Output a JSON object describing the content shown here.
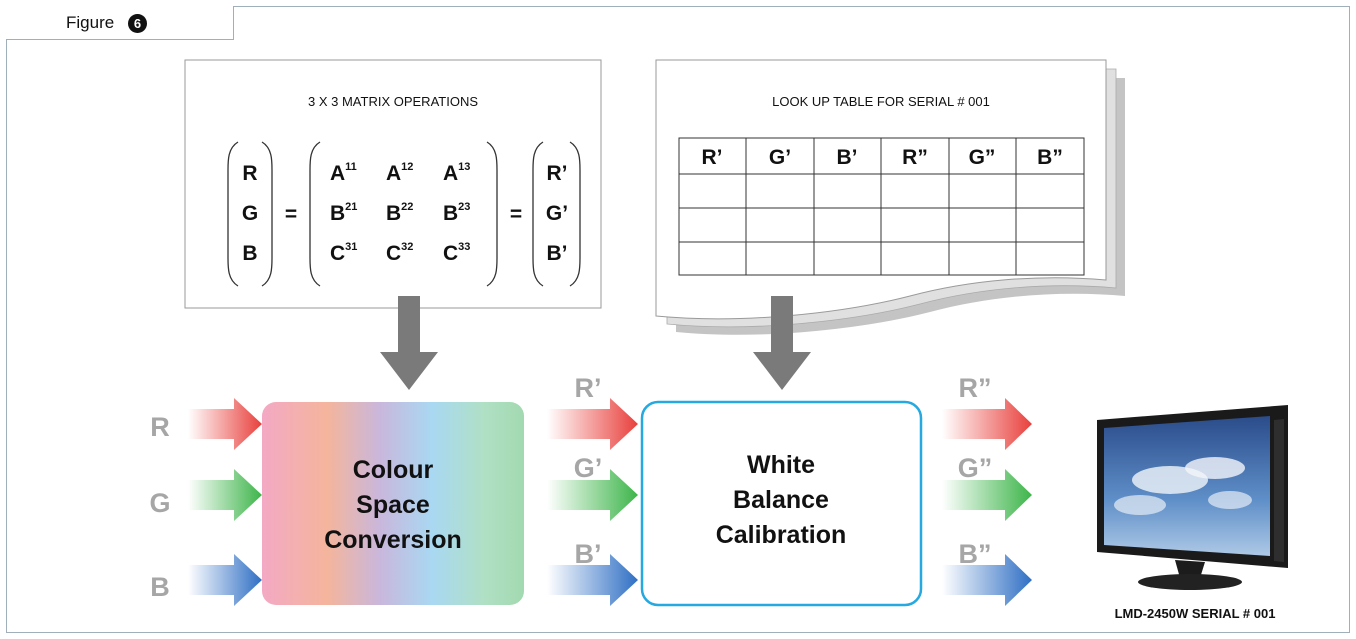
{
  "figure": {
    "label": "Figure",
    "number": "6"
  },
  "matrix_panel": {
    "title": "3 X 3 MATRIX OPERATIONS",
    "input_vector": [
      "R",
      "G",
      "B"
    ],
    "equals": "=",
    "matrix": [
      [
        {
          "base": "A",
          "sup": "11"
        },
        {
          "base": "A",
          "sup": "12"
        },
        {
          "base": "A",
          "sup": "13"
        }
      ],
      [
        {
          "base": "B",
          "sup": "21"
        },
        {
          "base": "B",
          "sup": "22"
        },
        {
          "base": "B",
          "sup": "23"
        }
      ],
      [
        {
          "base": "C",
          "sup": "31"
        },
        {
          "base": "C",
          "sup": "32"
        },
        {
          "base": "C",
          "sup": "33"
        }
      ]
    ],
    "output_vector": [
      "R’",
      "G’",
      "B’"
    ]
  },
  "lut_panel": {
    "title": "LOOK UP TABLE FOR SERIAL # 001",
    "headers": [
      "R’",
      "G’",
      "B’",
      "R”",
      "G”",
      "B”"
    ],
    "rows": [
      [
        "",
        "",
        "",
        "",
        "",
        ""
      ],
      [
        "",
        "",
        "",
        "",
        "",
        ""
      ],
      [
        "",
        "",
        "",
        "",
        "",
        ""
      ]
    ]
  },
  "pipeline": {
    "inputs": [
      "R",
      "G",
      "B"
    ],
    "stage1": {
      "lines": [
        "Colour",
        "Space",
        "Conversion"
      ]
    },
    "mid": [
      "R’",
      "G’",
      "B’"
    ],
    "stage2": {
      "lines": [
        "White",
        "Balance",
        "Calibration"
      ]
    },
    "outputs": [
      "R”",
      "G”",
      "B”"
    ]
  },
  "monitor": {
    "caption": "LMD-2450W SERIAL # 001"
  },
  "colors": {
    "red": "#e8403c",
    "green": "#3db54a",
    "blue": "#2f6fc4",
    "arrow_gray": "#7a7a7a",
    "wb_border": "#26a9e0",
    "frame": "#9fb0ba"
  }
}
